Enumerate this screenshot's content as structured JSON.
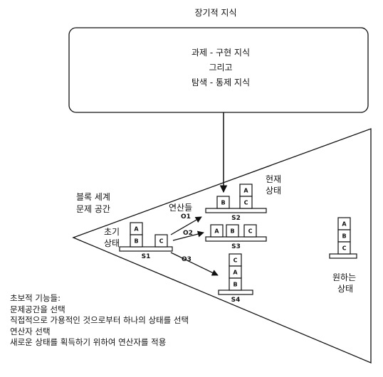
{
  "title": "장기적 지식",
  "box": {
    "line1": "과제 - 구현 지식",
    "line2": "그리고",
    "line3": "탐색 - 통제 지식"
  },
  "space_label": [
    "블록 세계",
    "문제 공간"
  ],
  "current_state_label": [
    "현재",
    "상태"
  ],
  "initial_state_label": [
    "초기",
    "상태"
  ],
  "operators_label": "연산들",
  "goal_state_label": [
    "원하는",
    "상태"
  ],
  "states": {
    "S1": {
      "label": "S1",
      "stacks": [
        [
          "A",
          "B"
        ],
        [
          "C"
        ]
      ]
    },
    "S2": {
      "label": "S2",
      "stacks": [
        [
          "B"
        ],
        [
          "A",
          "C"
        ]
      ]
    },
    "S3": {
      "label": "S3",
      "stacks": [
        [
          "A"
        ],
        [
          "B"
        ],
        [
          "C"
        ]
      ]
    },
    "S4": {
      "label": "S4",
      "stacks": [
        [
          "C",
          "A",
          "B"
        ]
      ]
    },
    "goal": {
      "label": "",
      "stacks": [
        [
          "A",
          "B",
          "C"
        ]
      ]
    }
  },
  "operators": [
    "O1",
    "O2",
    "O3"
  ],
  "functions": {
    "heading": "초보적 기능들:",
    "items": [
      "문제공간을 선택",
      "직접적으로 가용적인 것으로부터 하나의 상태를 선택",
      "연산자 선택",
      "새로운 상태를 획득하기 위하여 연산자를 적용"
    ]
  }
}
